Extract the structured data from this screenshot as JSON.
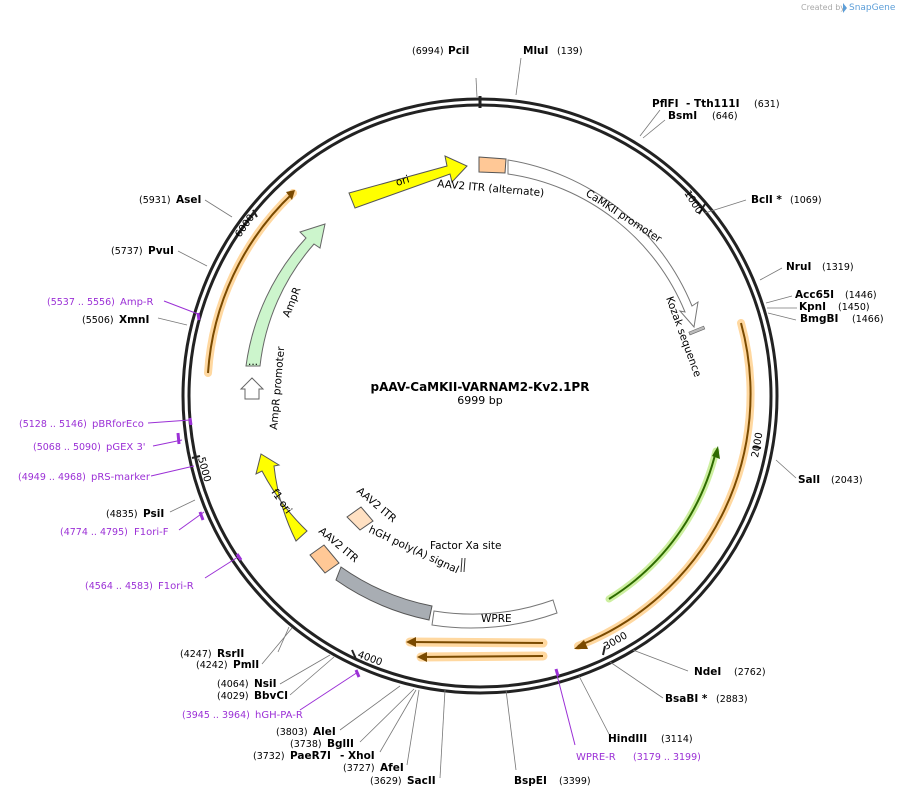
{
  "brand": {
    "created_by": "Created by",
    "product": "SnapGene"
  },
  "plasmid": {
    "name": "pAAV-CaMKII-VARNAM2-Kv2.1PR",
    "length": "6999 bp"
  },
  "ticks": [
    {
      "label": "1000",
      "bp": 1000
    },
    {
      "label": "2000",
      "bp": 2000
    },
    {
      "label": "3000",
      "bp": 3000
    },
    {
      "label": "4000",
      "bp": 4000
    },
    {
      "label": "5000",
      "bp": 5000
    },
    {
      "label": "6000",
      "bp": 6000
    }
  ],
  "sites": [
    {
      "name": "PciI",
      "pos": "(6994)"
    },
    {
      "name": "MluI",
      "pos": "(139)"
    },
    {
      "name": "PflFI",
      "pos": ""
    },
    {
      "name": "- Tth111I",
      "pos": "(631)"
    },
    {
      "name": "BsmI",
      "pos": "(646)"
    },
    {
      "name": "BclI *",
      "pos": "(1069)"
    },
    {
      "name": "NruI",
      "pos": "(1319)"
    },
    {
      "name": "Acc65I",
      "pos": "(1446)"
    },
    {
      "name": "KpnI",
      "pos": "(1450)"
    },
    {
      "name": "BmgBI",
      "pos": "(1466)"
    },
    {
      "name": "SalI",
      "pos": "(2043)"
    },
    {
      "name": "NdeI",
      "pos": "(2762)"
    },
    {
      "name": "BsaBI *",
      "pos": "(2883)"
    },
    {
      "name": "HindIII",
      "pos": "(3114)"
    },
    {
      "name": "BspEI",
      "pos": "(3399)"
    },
    {
      "name": "SacII",
      "pos": "(3629)"
    },
    {
      "name": "AfeI",
      "pos": "(3727)"
    },
    {
      "name": "PaeR7I",
      "pos": "(3732)"
    },
    {
      "name": "- XhoI",
      "pos": ""
    },
    {
      "name": "BglII",
      "pos": "(3738)"
    },
    {
      "name": "AleI",
      "pos": "(3803)"
    },
    {
      "name": "BbvCI",
      "pos": "(4029)"
    },
    {
      "name": "NsiI",
      "pos": "(4064)"
    },
    {
      "name": "PmlI",
      "pos": "(4242)"
    },
    {
      "name": "RsrII",
      "pos": "(4247)"
    },
    {
      "name": "PsiI",
      "pos": "(4835)"
    },
    {
      "name": "XmnI",
      "pos": "(5506)"
    },
    {
      "name": "PvuI",
      "pos": "(5737)"
    },
    {
      "name": "AseI",
      "pos": "(5931)"
    }
  ],
  "primers": [
    {
      "name": "Amp-R",
      "pos": "(5537 .. 5556)"
    },
    {
      "name": "pBRforEco",
      "pos": "(5128 .. 5146)"
    },
    {
      "name": "pGEX 3'",
      "pos": "(5068 .. 5090)"
    },
    {
      "name": "pRS-marker",
      "pos": "(4949 .. 4968)"
    },
    {
      "name": "F1ori-F",
      "pos": "(4774 .. 4795)"
    },
    {
      "name": "F1ori-R",
      "pos": "(4564 .. 4583)"
    },
    {
      "name": "hGH-PA-R",
      "pos": "(3945 .. 3964)"
    },
    {
      "name": "WPRE-R",
      "pos": "(3179 .. 3199)"
    }
  ],
  "features": [
    {
      "name": "ori",
      "color": "#ffff00"
    },
    {
      "name": "AAV2 ITR (alternate)",
      "color": "#ffc896"
    },
    {
      "name": "CaMKII promoter",
      "color": "#ffffff"
    },
    {
      "name": "Kozak sequence",
      "color": "#bbbbbb"
    },
    {
      "name": "AmpR",
      "color": "#ccf5cc"
    },
    {
      "name": "AmpR promoter",
      "color": "#ffffff"
    },
    {
      "name": "f1 ori",
      "color": "#ffff00"
    },
    {
      "name": "AAV2 ITR",
      "color": "#ffc896"
    },
    {
      "name": "AAV2 ITR",
      "color": "#ffc896"
    },
    {
      "name": "hGH poly(A) signal",
      "color": "#a8adb3"
    },
    {
      "name": "Factor Xa site",
      "color": "#ffffff"
    },
    {
      "name": "WPRE",
      "color": "#ffffff"
    }
  ],
  "colors": {
    "primer": "#9b30d6",
    "orf": "#f2a52a",
    "orf_green": "#9ad74a",
    "backbone": "#222222"
  }
}
